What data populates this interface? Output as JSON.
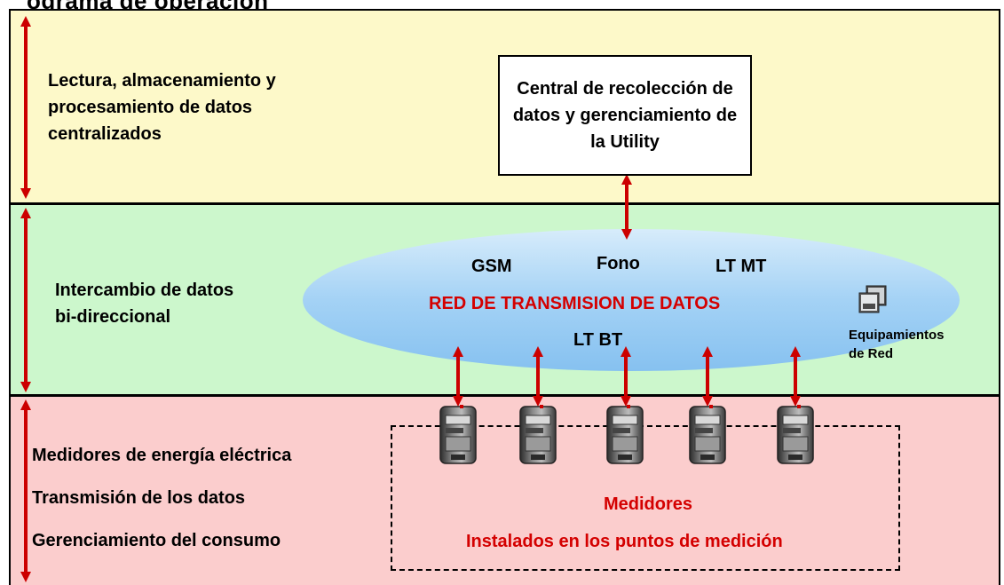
{
  "title_fragment": "ograma de operación",
  "bands": {
    "top_label": [
      "Lectura, almacenamiento y",
      "procesamiento de datos",
      "centralizados"
    ],
    "mid_label": [
      "Intercambio de datos",
      "bi-direccional"
    ],
    "bottom_label": [
      "Medidores de energía eléctrica",
      "Transmisión de los datos",
      "Gerenciamiento del consumo"
    ]
  },
  "central": "Central de recolección de datos y gerenciamiento de la Utility",
  "network": {
    "name": "RED DE TRANSMISION DE DATOS",
    "channels": [
      "GSM",
      "Fono",
      "LT MT",
      "LT BT"
    ]
  },
  "equipment_label": [
    "Equipamientos",
    "de Red"
  ],
  "meters": {
    "title": "Medidores",
    "subtitle": "Instalados en los puntos de medición",
    "count": 5
  },
  "colors": {
    "top_band": "#fdf9c9",
    "mid_band": "#ccf7cc",
    "bottom_band": "#fbcdcd",
    "arrow": "#cc0000",
    "network_text": "#d40000",
    "ellipse": "#8fc6f2"
  }
}
